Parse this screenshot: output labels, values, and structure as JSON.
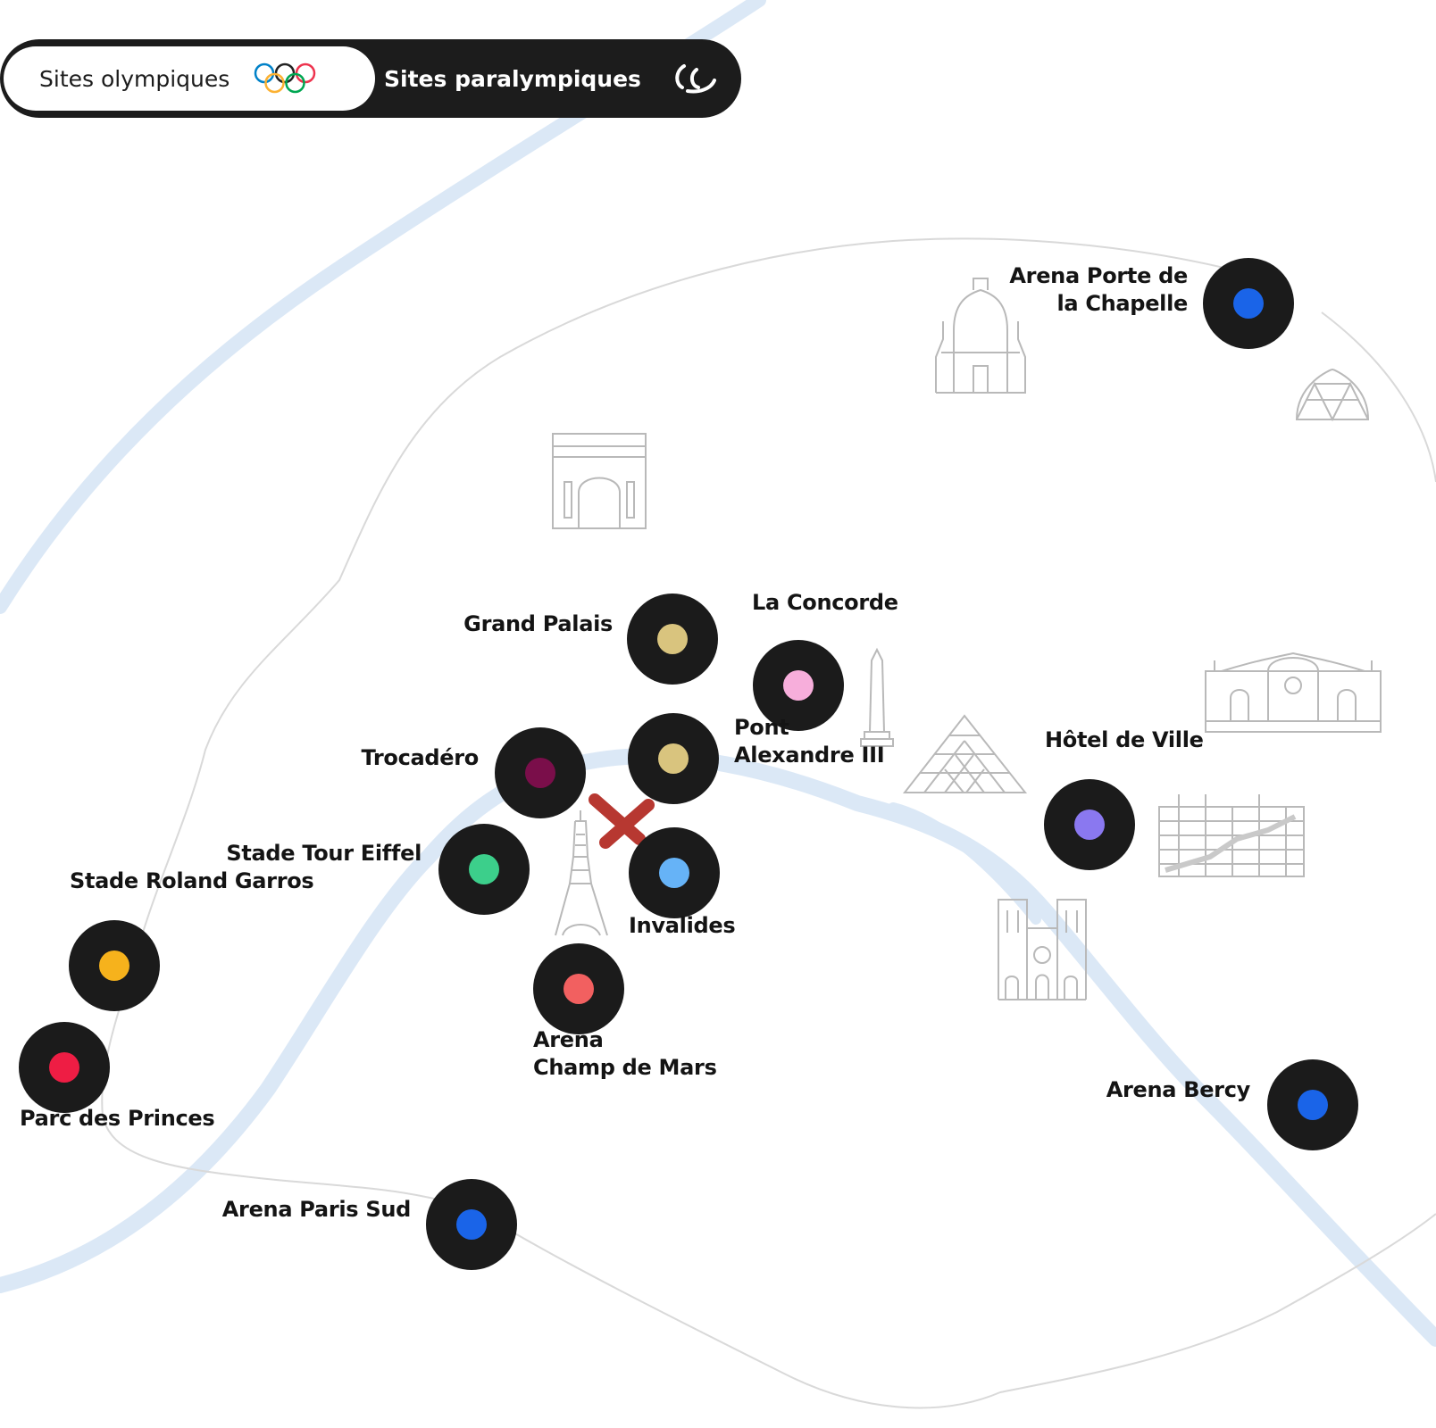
{
  "toggle": {
    "olympic_label": "Sites olympiques",
    "paralympic_label": "Sites paralympiques",
    "active": "olympic"
  },
  "icons": {
    "olympic": "olympic-rings-icon",
    "paralympic": "paralympic-agitos-icon",
    "closed_site": "red-cross-icon"
  },
  "colors": {
    "marker_bg": "#1b1b1b",
    "river": "#dbe8f6",
    "boundary": "#d9d9d9",
    "landmark_line": "#b9b9b9",
    "cross": "#b0231b"
  },
  "landmarks": [
    "sacre-coeur-icon",
    "geode-icon",
    "arc-de-triomphe-icon",
    "obelisk-icon",
    "louvre-pyramid-icon",
    "grand-palais-facade-icon",
    "pompidou-icon",
    "notre-dame-icon",
    "eiffel-tower-icon"
  ],
  "sites": [
    {
      "id": "arena-porte-chapelle",
      "name_lines": [
        "Arena Porte de",
        "la Chapelle"
      ],
      "color": "#1a64e8"
    },
    {
      "id": "grand-palais",
      "name_lines": [
        "Grand Palais"
      ],
      "color": "#d9c47e"
    },
    {
      "id": "la-concorde",
      "name_lines": [
        "La Concorde"
      ],
      "color": "#f7aedb"
    },
    {
      "id": "pont-alexandre",
      "name_lines": [
        "Pont",
        "Alexandre III"
      ],
      "color": "#d9c47e"
    },
    {
      "id": "trocadero",
      "name_lines": [
        "Trocadéro"
      ],
      "color": "#7a0e4a"
    },
    {
      "id": "hotel-de-ville",
      "name_lines": [
        "Hôtel de Ville"
      ],
      "color": "#8a78f0"
    },
    {
      "id": "stade-tour-eiffel",
      "name_lines": [
        "Stade Tour Eiffel"
      ],
      "color": "#3ccf8b"
    },
    {
      "id": "invalides",
      "name_lines": [
        "Invalides"
      ],
      "color": "#66b3f7"
    },
    {
      "id": "stade-roland-garros",
      "name_lines": [
        "Stade Roland Garros"
      ],
      "color": "#f6b21c"
    },
    {
      "id": "arena-champ-de-mars",
      "name_lines": [
        "Arena",
        "Champ de Mars"
      ],
      "color": "#f26060"
    },
    {
      "id": "parc-des-princes",
      "name_lines": [
        "Parc des Princes"
      ],
      "color": "#ee1d44"
    },
    {
      "id": "arena-bercy",
      "name_lines": [
        "Arena Bercy"
      ],
      "color": "#1a64e8"
    },
    {
      "id": "arena-paris-sud",
      "name_lines": [
        "Arena Paris Sud"
      ],
      "color": "#1a64e8"
    }
  ]
}
